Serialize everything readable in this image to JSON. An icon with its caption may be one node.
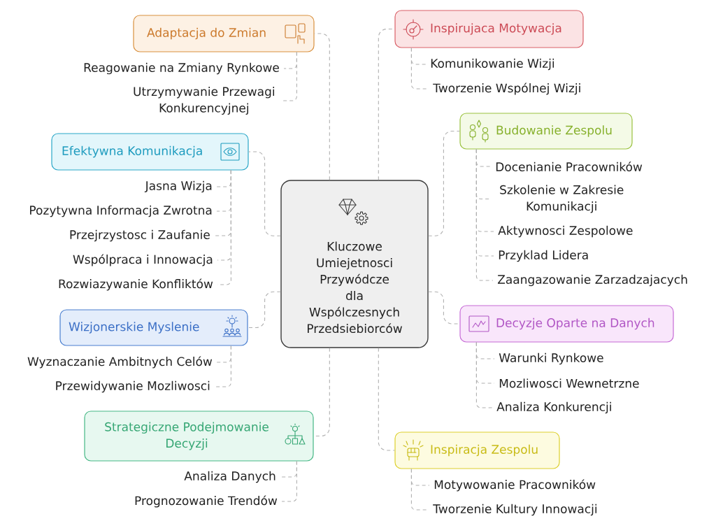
{
  "diagram": {
    "nodes": [
      {
        "text": [
          "Kluczowe Umiejetnosci Przywódcze dla Wspólczesnych Przedsiebiorców"
        ]
      },
      {
        "text": [
          "Adaptacja do Zmian"
        ]
      },
      {
        "text": [
          "Reagowanie na Zmiany Rynkowe"
        ]
      },
      {
        "text": [
          "Utrzymywanie Przewagi Konkurencyjnej"
        ]
      },
      {
        "text": [
          "Inspirujaca Motywacja"
        ]
      },
      {
        "text": [
          "Komunikowanie Wizji"
        ]
      },
      {
        "text": [
          "Tworzenie Wspólnej Wizji"
        ]
      },
      {
        "text": [
          "Efektywna Komunikacja"
        ]
      },
      {
        "text": [
          "Jasna Wizja"
        ]
      },
      {
        "text": [
          "Pozytywna Informacja Zwrotna"
        ]
      },
      {
        "text": [
          "Przejrzystosc i Zaufanie"
        ]
      },
      {
        "text": [
          "Wspólpraca i Innowacja"
        ]
      },
      {
        "text": [
          "Rozwiazywanie Konfliktów"
        ]
      },
      {
        "text": [
          "Budowanie Zespolu"
        ]
      },
      {
        "text": [
          "Docenianie Pracowników"
        ]
      },
      {
        "text": [
          "Szkolenie w Zakresie Komunikacji"
        ]
      },
      {
        "text": [
          "Aktywnosci Zespolowe"
        ]
      },
      {
        "text": [
          "Przyklad Lidera"
        ]
      },
      {
        "text": [
          "Zaangazowanie Zarzadzajacych"
        ]
      },
      {
        "text": [
          "Wizjonerskie Myslenie"
        ]
      },
      {
        "text": [
          "Wyznaczanie Ambitnych Celów"
        ]
      },
      {
        "text": [
          "Przewidywanie Mozliwosci"
        ]
      },
      {
        "text": [
          "Decyzje Oparte na Danych"
        ]
      },
      {
        "text": [
          "Warunki Rynkowe"
        ]
      },
      {
        "text": [
          "Mozliwosci Wewnetrzne"
        ]
      },
      {
        "text": [
          "Analiza Konkurencji"
        ]
      },
      {
        "text": [
          "Strategiczne Podejmowanie Decyzji"
        ]
      },
      {
        "text": [
          "Analiza Danych"
        ]
      },
      {
        "text": [
          "Prognozowanie Trendów"
        ]
      },
      {
        "text": [
          "Inspiracja Zespolu"
        ]
      },
      {
        "text": [
          "Motywowanie Pracowników"
        ]
      },
      {
        "text": [
          "Tworzenie Kultury Innowacji"
        ]
      }
    ],
    "edges": [
      {
        "from": 0,
        "to": 1,
        "arrow": "none",
        "style": "dashed"
      },
      {
        "from": 1,
        "to": 2,
        "arrow": "none",
        "style": "dashed"
      },
      {
        "from": 1,
        "to": 3,
        "arrow": "none",
        "style": "dashed"
      },
      {
        "from": 0,
        "to": 4,
        "arrow": "none",
        "style": "dashed"
      },
      {
        "from": 4,
        "to": 5,
        "arrow": "none",
        "style": "dashed"
      },
      {
        "from": 4,
        "to": 6,
        "arrow": "none",
        "style": "dashed"
      },
      {
        "from": 0,
        "to": 7,
        "arrow": "none",
        "style": "dashed"
      },
      {
        "from": 7,
        "to": 8,
        "arrow": "none",
        "style": "dashed"
      },
      {
        "from": 7,
        "to": 9,
        "arrow": "none",
        "style": "dashed"
      },
      {
        "from": 7,
        "to": 10,
        "arrow": "none",
        "style": "dashed"
      },
      {
        "from": 7,
        "to": 11,
        "arrow": "none",
        "style": "dashed"
      },
      {
        "from": 7,
        "to": 12,
        "arrow": "none",
        "style": "dashed"
      },
      {
        "from": 0,
        "to": 13,
        "arrow": "none",
        "style": "dashed"
      },
      {
        "from": 13,
        "to": 14,
        "arrow": "none",
        "style": "dashed"
      },
      {
        "from": 13,
        "to": 15,
        "arrow": "none",
        "style": "dashed"
      },
      {
        "from": 13,
        "to": 16,
        "arrow": "none",
        "style": "dashed"
      },
      {
        "from": 13,
        "to": 17,
        "arrow": "none",
        "style": "dashed"
      },
      {
        "from": 13,
        "to": 18,
        "arrow": "none",
        "style": "dashed"
      },
      {
        "from": 0,
        "to": 19,
        "arrow": "none",
        "style": "dashed"
      },
      {
        "from": 19,
        "to": 20,
        "arrow": "none",
        "style": "dashed"
      },
      {
        "from": 19,
        "to": 21,
        "arrow": "none",
        "style": "dashed"
      },
      {
        "from": 0,
        "to": 22,
        "arrow": "none",
        "style": "dashed"
      },
      {
        "from": 22,
        "to": 23,
        "arrow": "none",
        "style": "dashed"
      },
      {
        "from": 22,
        "to": 24,
        "arrow": "none",
        "style": "dashed"
      },
      {
        "from": 22,
        "to": 25,
        "arrow": "none",
        "style": "dashed"
      },
      {
        "from": 0,
        "to": 26,
        "arrow": "none",
        "style": "dashed"
      },
      {
        "from": 26,
        "to": 27,
        "arrow": "none",
        "style": "dashed"
      },
      {
        "from": 26,
        "to": 28,
        "arrow": "none",
        "style": "dashed"
      },
      {
        "from": 0,
        "to": 29,
        "arrow": "none",
        "style": "dashed"
      },
      {
        "from": 29,
        "to": 30,
        "arrow": "none",
        "style": "dashed"
      },
      {
        "from": 29,
        "to": 31,
        "arrow": "none",
        "style": "dashed"
      }
    ]
  }
}
